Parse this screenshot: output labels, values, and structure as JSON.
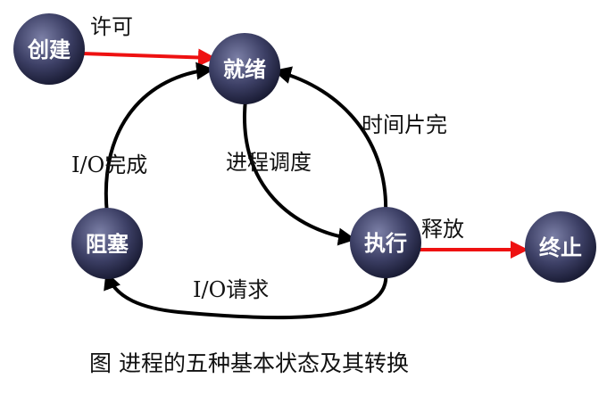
{
  "diagram": {
    "caption": "图 进程的五种基本状态及其转换",
    "nodes": {
      "create": "创建",
      "ready": "就绪",
      "blocked": "阻塞",
      "running": "执行",
      "terminated": "终止"
    },
    "edges": {
      "permit": "许可",
      "schedule": "进程调度",
      "timeslice": "时间片完",
      "io_request": "I/O请求",
      "io_complete": "I/O完成",
      "release": "释放"
    },
    "colors": {
      "node_fill_center": "#6a6d93",
      "node_fill_edge": "#1d1f3d",
      "black_arrow": "#000000",
      "red_arrow": "#ee1111"
    }
  }
}
